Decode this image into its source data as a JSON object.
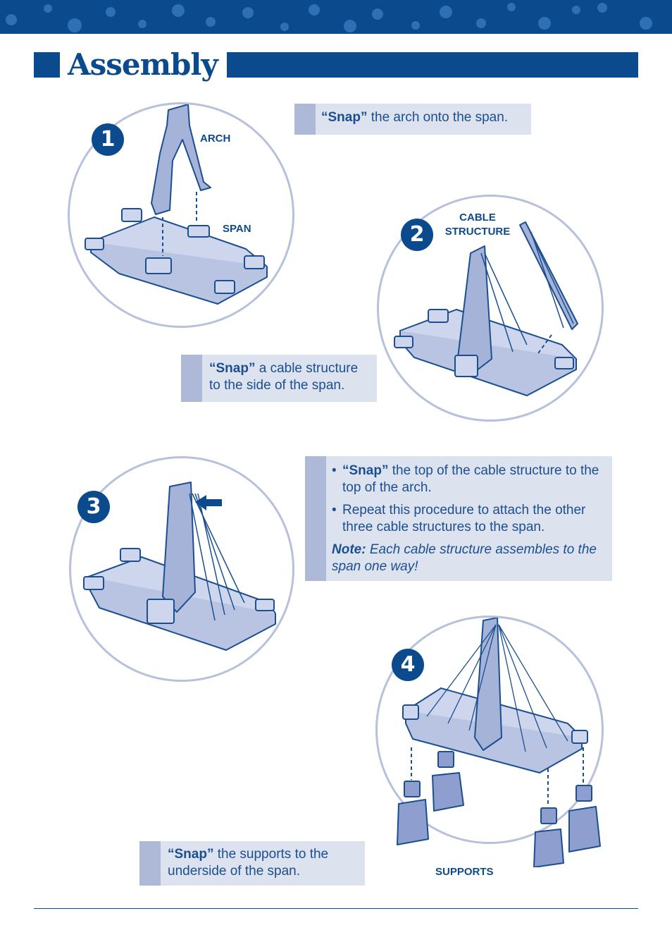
{
  "page": {
    "title": "Assembly"
  },
  "steps": [
    {
      "number": "1",
      "labels": [
        "ARCH",
        "SPAN"
      ],
      "instruction": {
        "emph": "“Snap”",
        "rest": " the arch onto the span."
      }
    },
    {
      "number": "2",
      "labels": [
        "CABLE",
        "STRUCTURE"
      ],
      "instruction": {
        "emph": "“Snap”",
        "rest": " a cable structure to the side of the span."
      }
    },
    {
      "number": "3",
      "bullets": [
        {
          "emph": "“Snap”",
          "rest": " the top of the cable structure to the top of the arch."
        },
        {
          "emph": "",
          "rest": "Repeat this procedure to attach the other three cable structures to the span."
        }
      ],
      "note": {
        "emph": "Note:",
        "rest": " Each cable structure assembles to the span one way!"
      }
    },
    {
      "number": "4",
      "labels": [
        "SUPPORTS"
      ],
      "instruction": {
        "emph": "“Snap”",
        "rest": " the supports to the underside of the span."
      }
    }
  ],
  "colors": {
    "brand_blue": "#0b4a8c",
    "panel_fill": "#dde2ef",
    "panel_bar": "#aeb8d7",
    "circle_ring": "#b8c1dc"
  }
}
